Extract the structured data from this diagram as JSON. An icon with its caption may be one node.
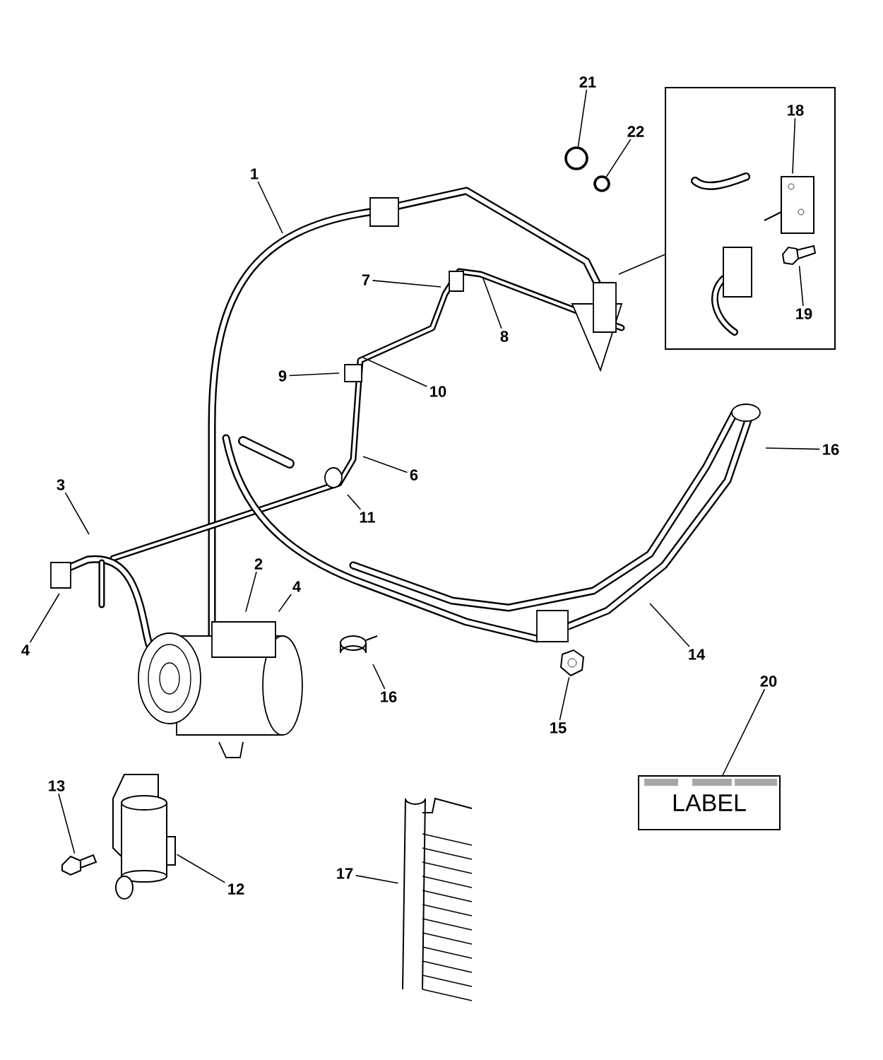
{
  "diagram": {
    "nodes": [
      {
        "text": [
          "21"
        ]
      },
      {
        "text": [
          "22"
        ]
      },
      {
        "text": [],
        "shape": "box"
      },
      {
        "text": [
          "18"
        ],
        "in": 2
      },
      {
        "text": [
          "19"
        ],
        "in": 2
      },
      {
        "text": [
          "1"
        ]
      },
      {
        "text": [
          "7"
        ]
      },
      {
        "text": [
          "8"
        ]
      },
      {
        "text": [
          "9"
        ]
      },
      {
        "text": [
          "10"
        ]
      },
      {
        "text": [
          "6"
        ]
      },
      {
        "text": [
          "16"
        ]
      },
      {
        "text": [
          "11"
        ]
      },
      {
        "text": [
          "3"
        ]
      },
      {
        "text": [
          "2"
        ]
      },
      {
        "text": [
          "4"
        ]
      },
      {
        "text": [
          "4"
        ]
      },
      {
        "text": [
          "16"
        ]
      },
      {
        "text": [
          "14"
        ]
      },
      {
        "text": [
          "15"
        ]
      },
      {
        "text": [
          "20"
        ]
      },
      {
        "text": [
          "LABEL"
        ]
      },
      {
        "text": [
          "13"
        ]
      },
      {
        "text": [
          "12"
        ]
      },
      {
        "text": [
          "17"
        ]
      },
      {
        "text": [],
        "shape": "circle"
      },
      {
        "text": [],
        "shape": "circle"
      },
      {
        "text": [],
        "shape": "picture",
        "in": 2
      },
      {
        "text": [],
        "shape": "picture",
        "in": 2
      },
      {
        "text": [],
        "shape": "picture"
      },
      {
        "text": [],
        "shape": "picture"
      },
      {
        "text": [],
        "shape": "picture"
      },
      {
        "text": [],
        "shape": "picture"
      },
      {
        "text": [],
        "shape": "picture"
      }
    ],
    "edges": [
      {
        "from": 0,
        "to": 25,
        "arrow": "none"
      },
      {
        "from": 1,
        "to": 26,
        "arrow": "none"
      },
      {
        "from": 2,
        "to": null,
        "arrow": "none"
      },
      {
        "from": 3,
        "to": 27,
        "arrow": "none"
      },
      {
        "from": 4,
        "to": 28,
        "arrow": "none"
      },
      {
        "from": 5,
        "to": null,
        "arrow": "none"
      },
      {
        "from": 6,
        "to": null,
        "arrow": "none"
      },
      {
        "from": 7,
        "to": null,
        "arrow": "none"
      },
      {
        "from": 8,
        "to": null,
        "arrow": "none"
      },
      {
        "from": 9,
        "to": null,
        "arrow": "none"
      },
      {
        "from": 10,
        "to": null,
        "arrow": "none"
      },
      {
        "from": 11,
        "to": null,
        "arrow": "none"
      },
      {
        "from": 12,
        "to": null,
        "arrow": "none"
      },
      {
        "from": 13,
        "to": null,
        "arrow": "none"
      },
      {
        "from": 14,
        "to": 29,
        "arrow": "none"
      },
      {
        "from": 15,
        "to": 29,
        "arrow": "none"
      },
      {
        "from": 16,
        "to": null,
        "arrow": "none"
      },
      {
        "from": 17,
        "to": null,
        "arrow": "none"
      },
      {
        "from": 18,
        "to": null,
        "arrow": "none"
      },
      {
        "from": 19,
        "to": 30,
        "arrow": "none"
      },
      {
        "from": 20,
        "to": 21,
        "arrow": "none"
      },
      {
        "from": 22,
        "to": 31,
        "arrow": "none"
      },
      {
        "from": 23,
        "to": 32,
        "arrow": "none"
      },
      {
        "from": 24,
        "to": 33,
        "arrow": "none"
      }
    ]
  }
}
